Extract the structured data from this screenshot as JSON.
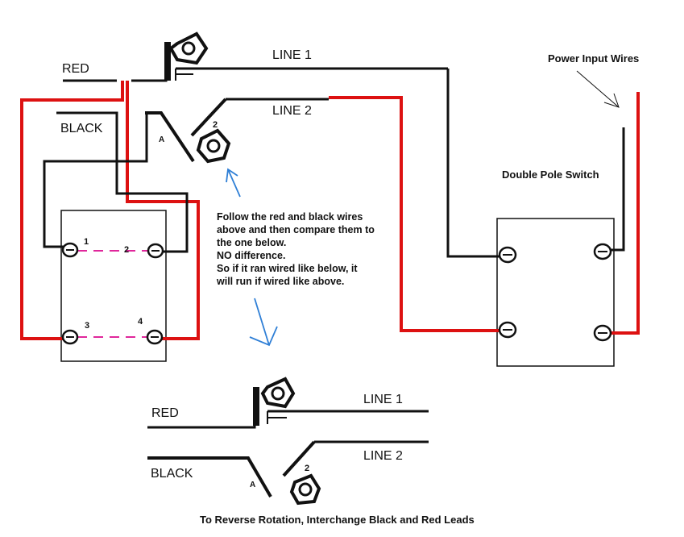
{
  "labels": {
    "red_top": "RED",
    "black_top": "BLACK",
    "line1_top": "LINE 1",
    "line2_top": "LINE 2",
    "power_input": "Power Input Wires",
    "double_pole": "Double Pole Switch",
    "red_bottom": "RED",
    "black_bottom": "BLACK",
    "line1_bottom": "LINE 1",
    "line2_bottom": "LINE 2",
    "caption": "To Reverse Rotation, Interchange Black and Red Leads",
    "a_top": "A",
    "two_top": "2",
    "a_bottom": "A",
    "two_bottom": "2"
  },
  "terminals": {
    "t1": "1",
    "t2": "2",
    "t3": "3",
    "t4": "4"
  },
  "note_lines": [
    "Follow the red and black wires",
    "above and then compare them to",
    "the one below.",
    "NO difference.",
    "So if it ran wired like below, it",
    "will run if wired like above."
  ],
  "colors": {
    "red_wire": "#dd1111",
    "black_wire": "#111111",
    "pink_link": "#e0279b",
    "arrow_blue": "#2f7fd6"
  }
}
